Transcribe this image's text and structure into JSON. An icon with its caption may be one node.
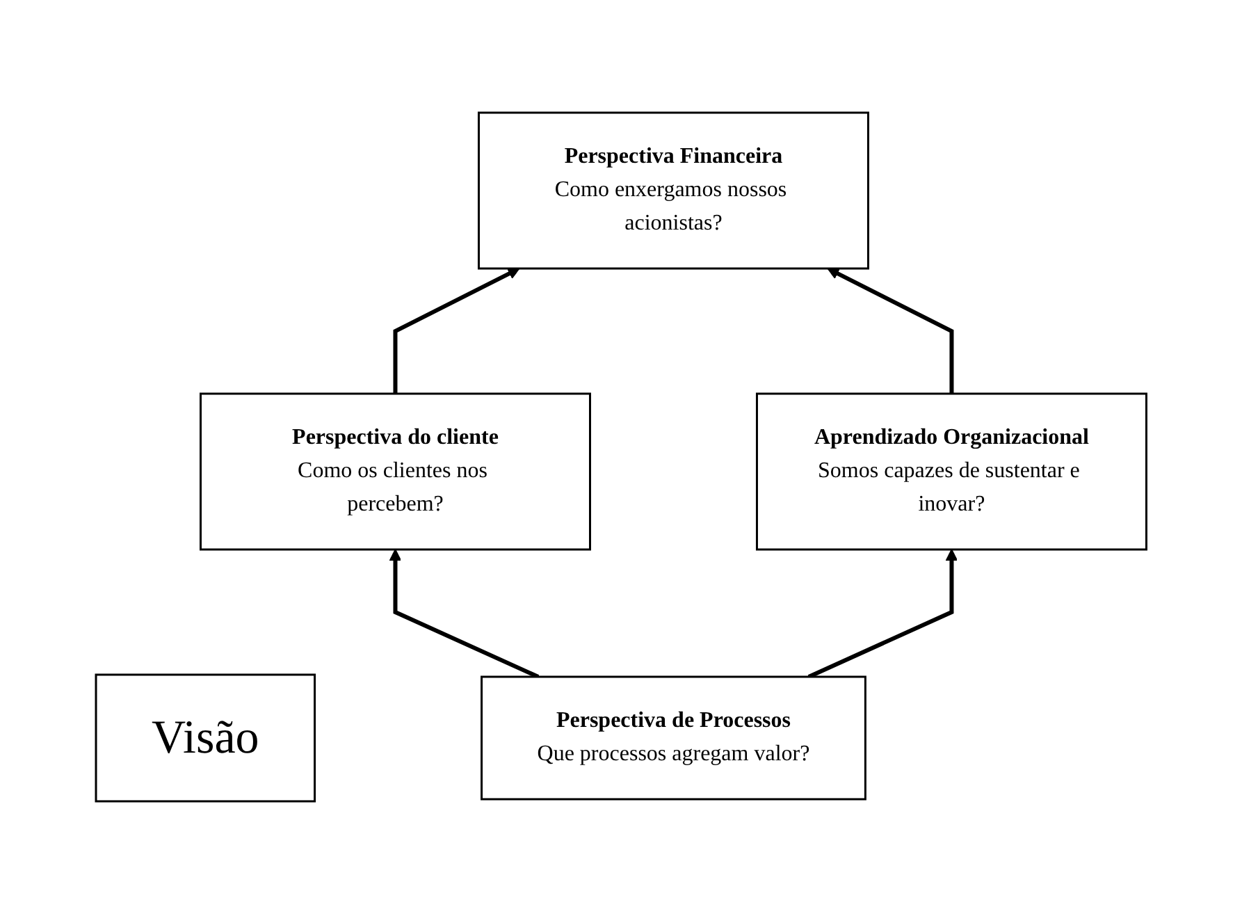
{
  "diagram": {
    "nodes": [
      {
        "text": [
          "Perspectiva Financeira",
          "Como enxergamos nossos acionistas?"
        ]
      },
      {
        "text": [
          "Perspectiva do cliente",
          "Como os clientes nos percebem?"
        ]
      },
      {
        "text": [
          "Visão"
        ]
      },
      {
        "text": [
          "Aprendizado Organizacional",
          "Somos capazes de sustentar e inovar?"
        ]
      },
      {
        "text": [
          "Perspectiva de Processos",
          "Que processos agregam valor?"
        ]
      }
    ],
    "edges": [
      {
        "from": 1,
        "to": 0,
        "arrow": "to"
      },
      {
        "from": 3,
        "to": 0,
        "arrow": "to"
      },
      {
        "from": 4,
        "to": 1,
        "arrow": "to"
      },
      {
        "from": 4,
        "to": 3,
        "arrow": "to"
      }
    ]
  }
}
